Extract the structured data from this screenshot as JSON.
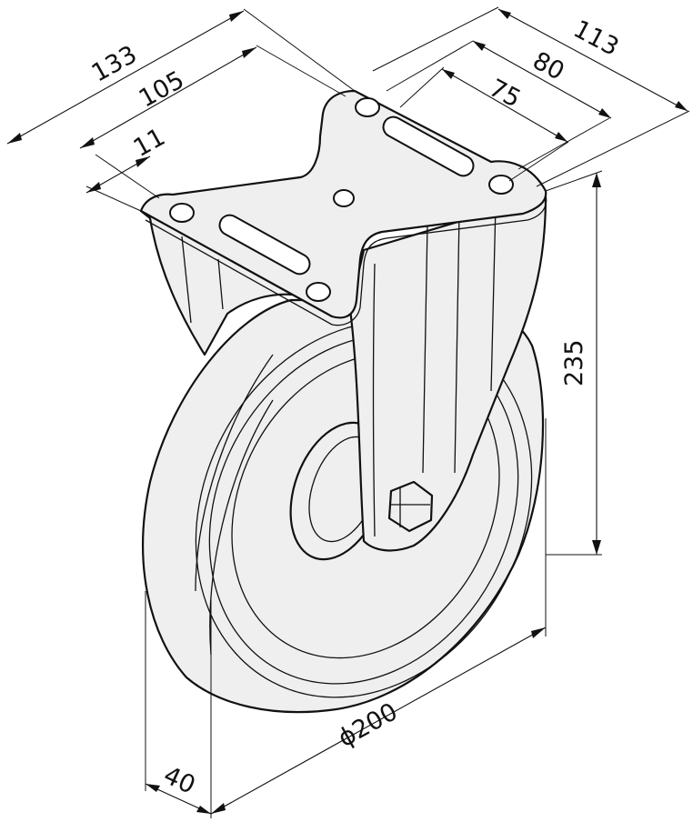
{
  "dimensions": {
    "d133": "133",
    "d105": "105",
    "d11": "11",
    "d113": "113",
    "d80": "80",
    "d75": "75",
    "d235": "235",
    "d200": "ϕ200",
    "d40": "40"
  }
}
